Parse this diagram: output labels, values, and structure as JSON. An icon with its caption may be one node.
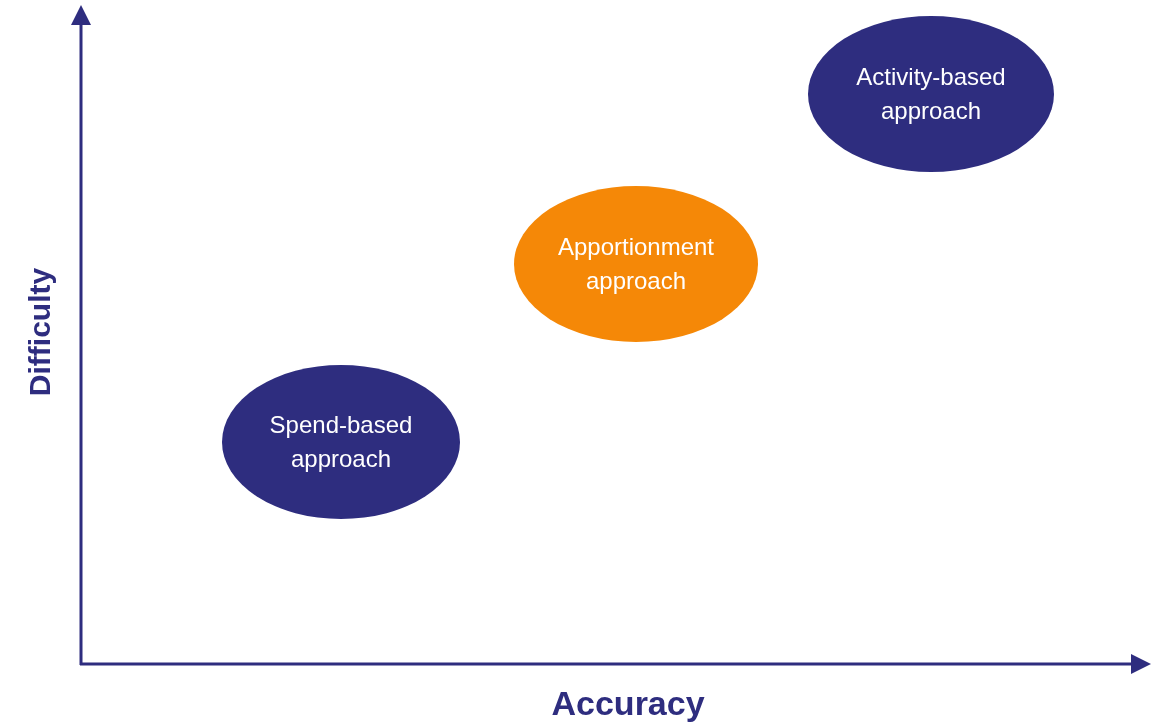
{
  "diagram": {
    "nodes": [
      {
        "text": [
          "Activity-based approach"
        ]
      },
      {
        "text": [
          "Apportionment approach"
        ]
      },
      {
        "text": [
          "Spend-based approach"
        ]
      }
    ],
    "labels": [
      "Difficulty",
      "Accuracy"
    ]
  }
}
